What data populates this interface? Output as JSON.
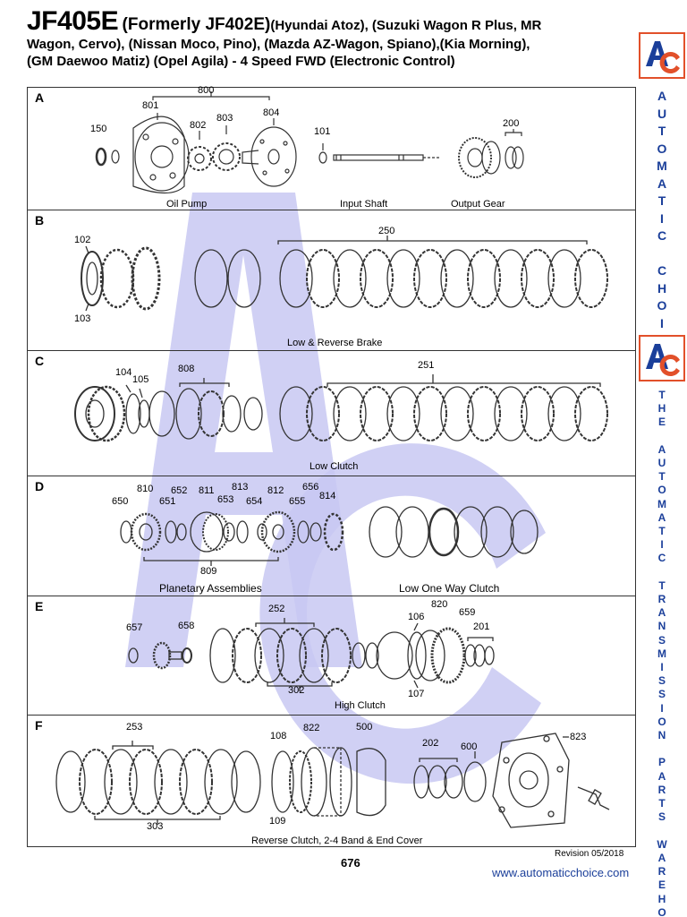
{
  "header": {
    "model": "JF405E",
    "formerly": "(Formerly JF402E)",
    "applications_line1": "(Hyundai Atoz), (Suzuki Wagon R Plus, MR",
    "line2": "Wagon, Cervo), (Nissan Moco, Pino), (Mazda AZ-Wagon, Spiano),(Kia Morning),",
    "line3": "(GM Daewoo Matiz) (Opel Agila) - 4 Speed FWD (Electronic Control)"
  },
  "sections": {
    "a": {
      "letter": "A",
      "captions": {
        "oil_pump": "Oil Pump",
        "input_shaft": "Input Shaft",
        "output_gear": "Output Gear"
      },
      "callouts": {
        "n800": "800",
        "n801": "801",
        "n802": "802",
        "n803": "803",
        "n804": "804",
        "n150": "150",
        "n101": "101",
        "n200": "200"
      }
    },
    "b": {
      "letter": "B",
      "captions": {
        "main": "Low & Reverse Brake"
      },
      "callouts": {
        "n102": "102",
        "n103": "103",
        "n250": "250"
      }
    },
    "c": {
      "letter": "C",
      "captions": {
        "main": "Low Clutch"
      },
      "callouts": {
        "n104": "104",
        "n105": "105",
        "n808": "808",
        "n251": "251"
      }
    },
    "d": {
      "letter": "D",
      "captions": {
        "planetary": "Planetary Assemblies",
        "one_way": "Low One Way Clutch"
      },
      "callouts": {
        "n650": "650",
        "n810": "810",
        "n651": "651",
        "n652": "652",
        "n811": "811",
        "n653": "653",
        "n813": "813",
        "n654": "654",
        "n812": "812",
        "n655": "655",
        "n656": "656",
        "n814": "814",
        "n809": "809"
      }
    },
    "e": {
      "letter": "E",
      "captions": {
        "main": "High Clutch"
      },
      "callouts": {
        "n657": "657",
        "n658": "658",
        "n252": "252",
        "n302": "302",
        "n106": "106",
        "n107": "107",
        "n820": "820",
        "n659": "659",
        "n201": "201"
      }
    },
    "f": {
      "letter": "F",
      "captions": {
        "main": "Reverse Clutch, 2-4 Band & End Cover"
      },
      "callouts": {
        "n253": "253",
        "n303": "303",
        "n108": "108",
        "n109": "109",
        "n822": "822",
        "n500": "500",
        "n202": "202",
        "n600": "600",
        "n823": "823"
      }
    }
  },
  "sidebar": {
    "logo_text": "AC",
    "vertical_text_1": "AUTOMATIC CHOICE",
    "vertical_text_2": "THE AUTOMATIC TRANSMISSION PARTS WAREHOUSE"
  },
  "footer": {
    "revision": "Revision  05/2018",
    "page_number": "676",
    "website": "www.automaticchoice.com"
  },
  "colors": {
    "brand_blue": "#1b3f9a",
    "logo_orange": "#e2502a",
    "watermark": "#c8c8f2"
  }
}
